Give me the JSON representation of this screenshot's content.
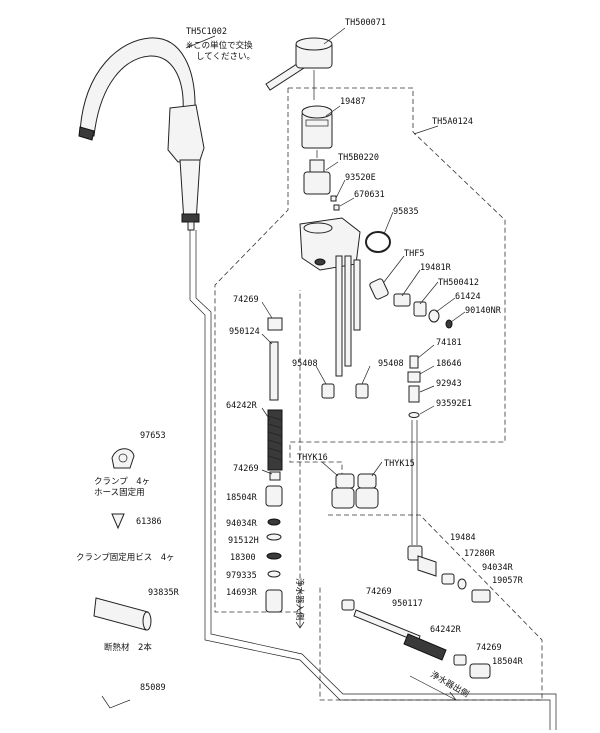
{
  "title": "",
  "part_labels": {
    "th5c1002": "TH5C1002",
    "th500071": "TH500071",
    "p19487": "19487",
    "th5a0124": "TH5A0124",
    "th5b0220": "TH5B0220",
    "p93520e": "93520E",
    "p670631": "670631",
    "p95835": "95835",
    "thf5": "THF5",
    "p19481r": "19481R",
    "th500412": "TH500412",
    "p61424": "61424",
    "p90140nr": "90140NR",
    "p74269a": "74269",
    "p950124": "950124",
    "p95408a": "95408",
    "p95408b": "95408",
    "p74181": "74181",
    "p18646": "18646",
    "p92943": "92943",
    "p93592e1": "93592E1",
    "p64242ra": "64242R",
    "p97653": "97653",
    "p74269b": "74269",
    "thyk16": "THYK16",
    "thyk15": "THYK15",
    "p18504ra": "18504R",
    "p61386": "61386",
    "p94034ra": "94034R",
    "p91512h": "91512H",
    "p18300": "18300",
    "p979335": "979335",
    "p14693r": "14693R",
    "p93835r": "93835R",
    "p85089": "85089",
    "p19484": "19484",
    "p17280r": "17280R",
    "p94034rb": "94034R",
    "p19057r": "19057R",
    "p74269c": "74269",
    "p950117": "950117",
    "p64242rb": "64242R",
    "p74269d": "74269",
    "p18504rb": "18504R"
  },
  "notes": {
    "unit_line1": "※この単位で交換",
    "unit_line2": "してください。",
    "clamp_caption": "クランプ　4ヶ",
    "clamp_sub": "ホース固定用",
    "screw_caption": "クランプ固定用ビス　4ヶ",
    "insulation_caption": "断熱材　2本",
    "inlet_text": "浄水器入側",
    "outlet_text": "浄水器出側"
  }
}
